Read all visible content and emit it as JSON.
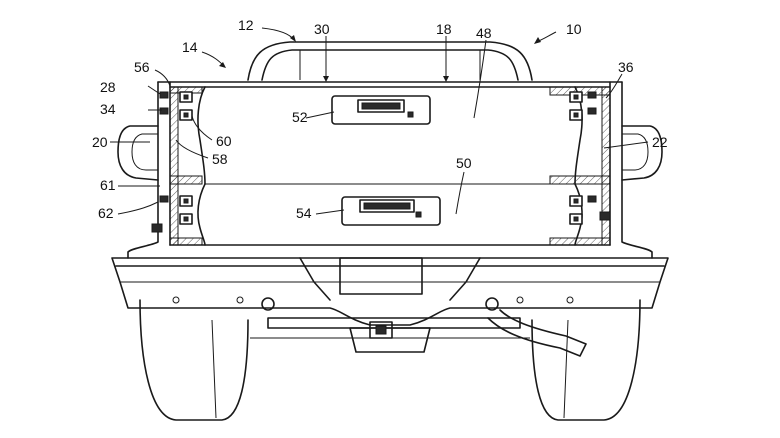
{
  "figure": {
    "reference_numerals": {
      "n10": "10",
      "n12": "12",
      "n14": "14",
      "n18": "18",
      "n20": "20",
      "n22": "22",
      "n28": "28",
      "n30": "30",
      "n34": "34",
      "n36": "36",
      "n48": "48",
      "n50": "50",
      "n52": "52",
      "n54": "54",
      "n56": "56",
      "n58": "58",
      "n60": "60",
      "n61": "61",
      "n62": "62"
    }
  },
  "colors": {
    "line": "#1a1a1a",
    "background": "#ffffff"
  }
}
